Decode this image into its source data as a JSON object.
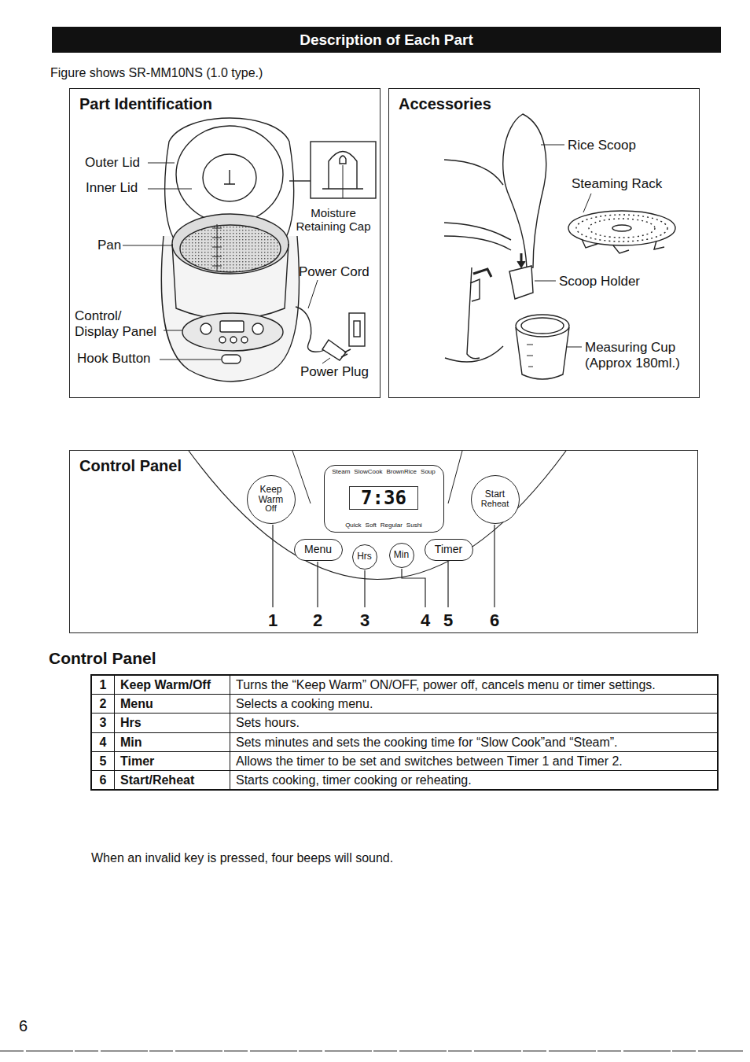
{
  "diagram": {
    "nodes": [
      {
        "text": [
          "Description of Each Part"
        ]
      },
      {
        "text": [
          "Part Identification"
        ]
      },
      {
        "text": [
          "Accessories"
        ]
      },
      {
        "text": [
          "Control Panel"
        ]
      },
      {
        "text": [
          "Keep Warm",
          "Off"
        ],
        "in": 3
      },
      {
        "text": [
          "Steam",
          "SlowCook",
          "BrownRice",
          "Soup",
          "7:36",
          "Quick",
          "Soft",
          "Regular",
          "Sushi"
        ],
        "in": 3
      },
      {
        "text": [
          "Start",
          "Reheat"
        ],
        "in": 3
      },
      {
        "text": [
          "Menu"
        ],
        "in": 3
      },
      {
        "text": [
          "Hrs"
        ],
        "in": 3
      },
      {
        "text": [
          "Min"
        ],
        "in": 3
      },
      {
        "text": [
          "Timer"
        ],
        "in": 3
      }
    ],
    "labels": [
      "Figure shows SR-MM10NS (1.0 type.)",
      "Outer Lid",
      "Inner Lid",
      "Pan",
      "Control/ Display Panel",
      "Hook Button",
      "Moisture Retaining Cap",
      "Power Cord",
      "Power Plug",
      "Rice Scoop",
      "Steaming Rack",
      "Scoop Holder",
      "Measuring Cup (Approx 180ml.)",
      "1",
      "2",
      "3",
      "4",
      "5",
      "6",
      "Control Panel",
      "1",
      "Keep Warm/Off",
      "Turns the “Keep Warm” ON/OFF, power off, cancels menu or timer settings.",
      "2",
      "Menu",
      "Selects a cooking menu.",
      "3",
      "Hrs",
      "Sets hours.",
      "4",
      "Min",
      "Sets minutes and sets the cooking time for “Slow Cook”and “Steam”.",
      "5",
      "Timer",
      "Allows the timer to be set and switches between Timer 1 and Timer 2.",
      "6",
      "Start/Reheat",
      "Starts cooking, timer cooking or reheating.",
      "When an invalid key is pressed, four beeps will sound.",
      "6"
    ]
  }
}
